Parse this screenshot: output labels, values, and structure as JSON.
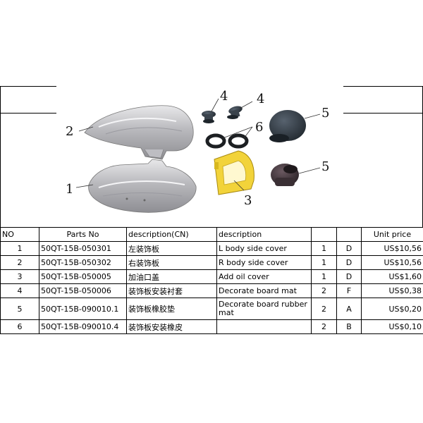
{
  "diagram": {
    "callouts": [
      "1",
      "2",
      "3",
      "4",
      "4",
      "5",
      "5",
      "6"
    ]
  },
  "table": {
    "headers": [
      "NO",
      "Parts No",
      "description(CN)",
      "description",
      "",
      "",
      "Unit price"
    ],
    "rows": [
      {
        "no": "1",
        "part_no": "50QT-15B-050301",
        "desc_cn": "左装饰板",
        "desc": "L  body side cover",
        "qty": "1",
        "grade": "D",
        "price": "US$10,56"
      },
      {
        "no": "2",
        "part_no": "50QT-15B-050302",
        "desc_cn": "右装饰板",
        "desc": "R body side cover",
        "qty": "1",
        "grade": "D",
        "price": "US$10,56"
      },
      {
        "no": "3",
        "part_no": "50QT-15B-050005",
        "desc_cn": "加油口盖",
        "desc": "Add oil cover",
        "qty": "1",
        "grade": "D",
        "price": "US$1,60"
      },
      {
        "no": "4",
        "part_no": "50QT-15B-050006",
        "desc_cn": "装饰板安装衬套",
        "desc": "Decorate board mat",
        "qty": "2",
        "grade": "F",
        "price": "US$0,38"
      },
      {
        "no": "5",
        "part_no": "50QT-15B-090010.1",
        "desc_cn": "装饰板橡胶垫",
        "desc": "Decorate board rubber mat",
        "qty": "2",
        "grade": "A",
        "price": "US$0,20"
      },
      {
        "no": "6",
        "part_no": "50QT-15B-090010.4",
        "desc_cn": "装饰板安装橡皮",
        "desc": "",
        "qty": "2",
        "grade": "B",
        "price": "US$0,10"
      }
    ]
  }
}
